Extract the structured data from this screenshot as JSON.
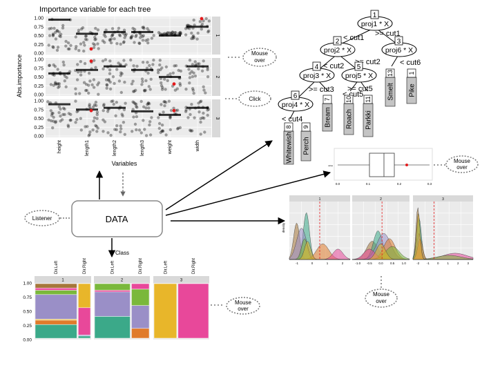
{
  "importance": {
    "title": "Importance variable for each tree",
    "ylabel": "Abs.importance",
    "xlabel": "Variables",
    "variables": [
      "height",
      "length1",
      "length2",
      "length3",
      "weight",
      "width"
    ],
    "yticks": [
      "1.00",
      "0.75",
      "0.50",
      "0.25",
      "0.00"
    ],
    "facets": [
      "1",
      "2",
      "3"
    ]
  },
  "labels": {
    "mouse_over": [
      "Mouse",
      "over"
    ],
    "click": "Click",
    "listener": "Listener",
    "data": "DATA",
    "class": "Class"
  },
  "tree": {
    "nodes": [
      {
        "id": "1",
        "text": "proj1 * X"
      },
      {
        "id": "2",
        "text": "proj2 * X"
      },
      {
        "id": "3",
        "text": "proj6 * X"
      },
      {
        "id": "4",
        "text": "proj3 * X"
      },
      {
        "id": "5",
        "text": "proj5 * X"
      },
      {
        "id": "6",
        "text": "proj4 * X"
      }
    ],
    "edges": [
      "< cut1",
      ">= cut1",
      ">= cut2",
      "< cut2",
      "< cut6",
      ">= cut3",
      "< cut5",
      ">= cut5",
      "< cut4"
    ],
    "leaves": [
      {
        "id": "13",
        "text": "Smelt"
      },
      {
        "id": "1",
        "text": "Pike"
      },
      {
        "id": "7",
        "text": "Bream"
      },
      {
        "id": "10",
        "text": "Roach"
      },
      {
        "id": "11",
        "text": "Parkki"
      },
      {
        "id": "8",
        "text": "Whitewish"
      },
      {
        "id": "9",
        "text": "Perch"
      }
    ]
  },
  "boxplot": {
    "ylabel": "value",
    "xticks": [
      "0.0",
      "0.1",
      "0.2",
      "0.3"
    ]
  },
  "density": {
    "ylabel": "density",
    "facets": [
      "1",
      "2",
      "3"
    ],
    "xticks": [
      [
        "-1",
        "0",
        "1",
        "2"
      ],
      [
        "-1.0",
        "-0.5",
        "0.0",
        "0.5",
        "1.0"
      ],
      [
        "-2",
        "-1",
        "0",
        "1",
        "2",
        "3"
      ]
    ]
  },
  "mosaic": {
    "columns": [
      "Dir.Left",
      "Dir.Right"
    ],
    "facets": [
      "1",
      "2",
      "3"
    ],
    "yticks": [
      "1.00",
      "0.75",
      "0.50",
      "0.25",
      "0.00"
    ]
  },
  "colors": {
    "panel": "#ebebeb",
    "strip": "#d9d9d9",
    "point_highlight": "#e41a1c",
    "teal": "#3ba989",
    "orange": "#e07b2b",
    "purple": "#9a8fc7",
    "magenta": "#e8489a",
    "green": "#7ab83b",
    "yellow": "#e8b62a",
    "brown": "#a6773a"
  }
}
